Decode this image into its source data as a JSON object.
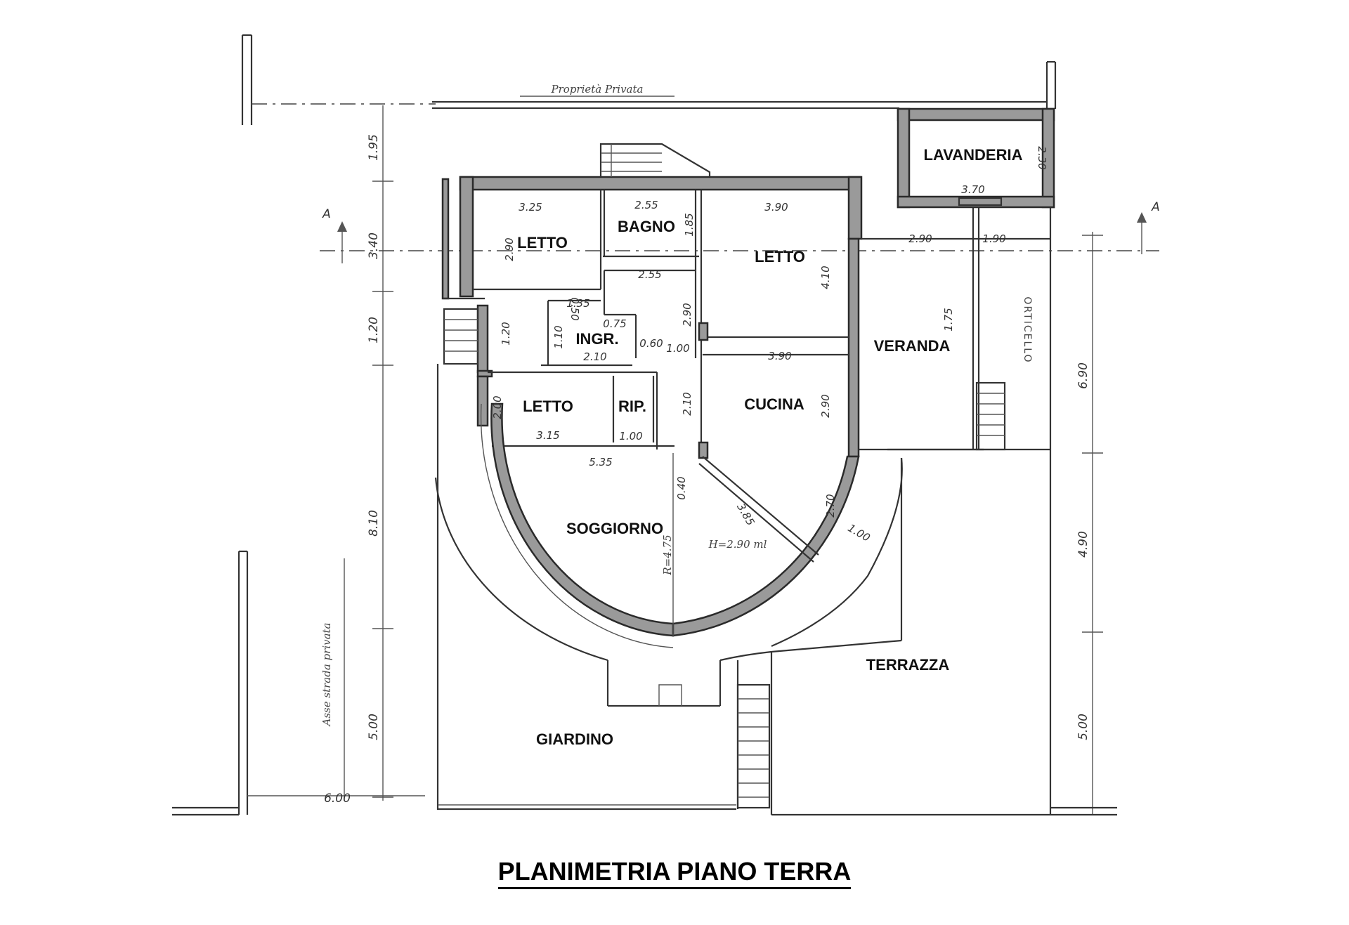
{
  "title": "PLANIMETRIA PIANO TERRA",
  "rooms": {
    "lavanderia": "LAVANDERIA",
    "letto1": "LETTO",
    "bagno": "BAGNO",
    "letto2": "LETTO",
    "ingresso": "INGR.",
    "veranda": "VERANDA",
    "letto3": "LETTO",
    "ripostiglio": "RIP.",
    "cucina": "CUCINA",
    "soggiorno": "SOGGIORNO",
    "terrazza": "TERRAZZA",
    "giardino": "GIARDINO",
    "orticello": "ORTICELLO"
  },
  "annotations": {
    "proprieta_top": "Proprietà Privata",
    "strada_left": "Asse strada privata",
    "radius": "R=4.75",
    "height": "H=2.90 ml",
    "section_left": "A",
    "section_right": "A"
  },
  "dimensions": {
    "d_325": "3.25",
    "d_255a": "2.55",
    "d_390a": "3.90",
    "d_185": "1.85",
    "d_290a": "2.90",
    "d_255b": "2.55",
    "d_410": "4.10",
    "d_290b": "2.90",
    "d_190a": "1.90",
    "d_370": "3.70",
    "d_230": "2.30",
    "d_135": "1.35",
    "d_050": "0.50",
    "d_075": "0.75",
    "d_110": "1.10",
    "d_120a": "1.20",
    "d_210a": "2.10",
    "d_060": "0.60",
    "d_100a": "1.00",
    "d_290c": "2.90",
    "d_390b": "3.90",
    "d_290d": "2.90",
    "d_175": "1.75",
    "d_200": "2.00",
    "d_210b": "2.10",
    "d_315": "3.15",
    "d_100b": "1.00",
    "d_535": "5.35",
    "d_040": "0.40",
    "d_385": "3.85",
    "d_270": "2.70",
    "d_100c": "1.00",
    "l_195": "1.95",
    "l_340": "3.40",
    "l_120": "1.20",
    "l_810": "8.10",
    "l_500": "5.00",
    "l_600": "6.00",
    "r_690": "6.90",
    "r_490": "4.90",
    "r_500": "5.00"
  }
}
